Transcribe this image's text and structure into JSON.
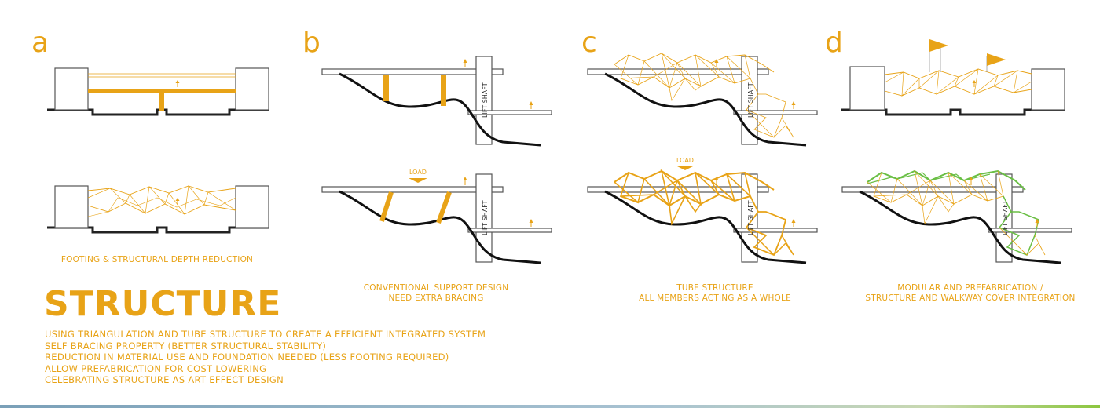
{
  "panels": [
    {
      "letter": "a",
      "caption_lines": [
        "FOOTING & STRUCTURAL DEPTH REDUCTION"
      ]
    },
    {
      "letter": "b",
      "caption_lines": [
        "CONVENTIONAL SUPPORT DESIGN",
        "NEED EXTRA BRACING"
      ]
    },
    {
      "letter": "c",
      "caption_lines": [
        "TUBE STRUCTURE",
        "ALL MEMBERS ACTING AS A WHOLE"
      ]
    },
    {
      "letter": "d",
      "caption_lines": [
        "MODULAR AND PREFABRICATION /",
        "STRUCTURE AND WALKWAY COVER INTEGRATION"
      ]
    }
  ],
  "diagram_labels": {
    "lift_shaft": "LIFT SHAFT",
    "load": "LOAD"
  },
  "summary": {
    "title": "STRUCTURE",
    "points": [
      "USING TRIANGULATION AND TUBE STRUCTURE TO CREATE A EFFICIENT INTEGRATED SYSTEM",
      "SELF BRACING PROPERTY  (BETTER STRUCTURAL STABILITY)",
      "REDUCTION IN MATERIAL USE AND FOUNDATION NEEDED (LESS FOOTING REQUIRED)",
      "ALLOW PREFABRICATION FOR COST LOWERING",
      "CELEBRATING STRUCTURE AS ART EFFECT DESIGN"
    ]
  },
  "colors": {
    "accent": "#e8a317",
    "line": "#222222",
    "outline": "#555555",
    "green": "#6abf45"
  }
}
